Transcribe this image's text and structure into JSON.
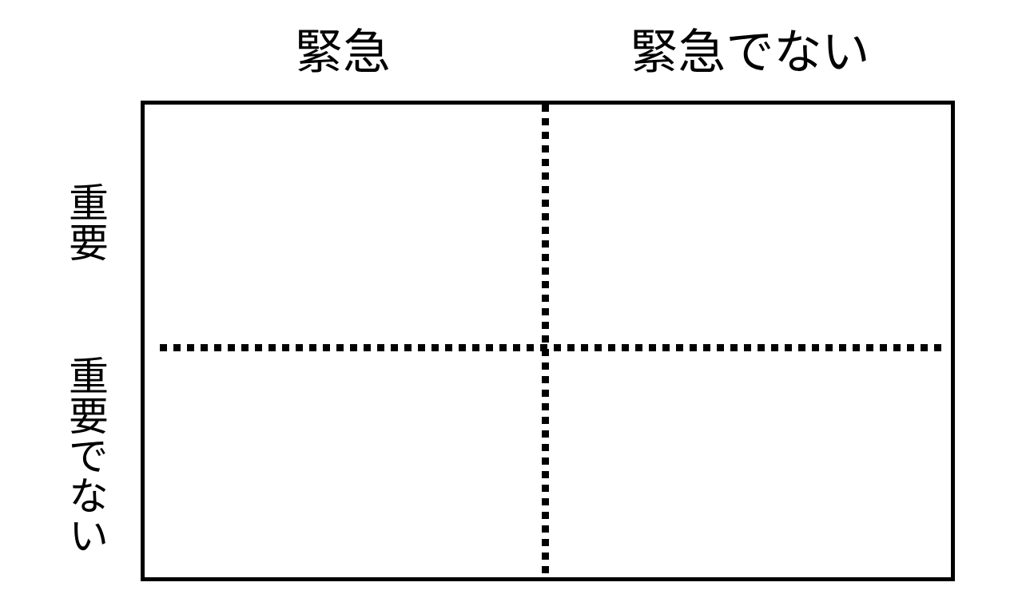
{
  "figure": {
    "kind": "eisenhower-matrix",
    "background_color": "#ffffff",
    "line_color": "#000000"
  },
  "columns": [
    {
      "id": "urgent",
      "label": "緊急"
    },
    {
      "id": "not_urgent",
      "label": "緊急でない"
    }
  ],
  "rows": [
    {
      "id": "important",
      "label": "重要"
    },
    {
      "id": "not_important",
      "label": "重要でない"
    }
  ],
  "quadrants": [
    {
      "id": "important_urgent",
      "row": "重要",
      "column": "緊急",
      "content": ""
    },
    {
      "id": "important_not_urgent",
      "row": "重要",
      "column": "緊急でない",
      "content": ""
    },
    {
      "id": "not_important_urgent",
      "row": "重要でない",
      "column": "緊急",
      "content": ""
    },
    {
      "id": "not_important_not_urgent",
      "row": "重要でない",
      "column": "緊急でない",
      "content": ""
    }
  ],
  "chart_data": {
    "type": "table",
    "title": "",
    "xlabel": "",
    "ylabel": "",
    "categories": [
      "緊急",
      "緊急でない"
    ],
    "rows": [
      "重要",
      "重要でない"
    ],
    "cells": [
      [
        "",
        ""
      ],
      [
        "",
        ""
      ]
    ],
    "grid": true,
    "legend_position": "none",
    "notes": "2x2 matrix with solid outer border and dotted cross dividers; all four cells empty"
  }
}
